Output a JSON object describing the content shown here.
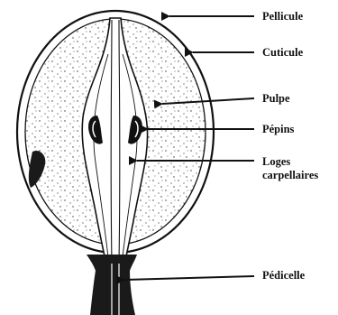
{
  "labels": {
    "pellicule": "Pellicule",
    "cuticule": "Cuticule",
    "pulpe": "Pulpe",
    "pepins": "Pépins",
    "loges_line1": "Loges",
    "loges_line2": "carpellaires",
    "pedicelle": "Pédicelle"
  },
  "colors": {
    "ink": "#111111",
    "background": "#ffffff"
  }
}
